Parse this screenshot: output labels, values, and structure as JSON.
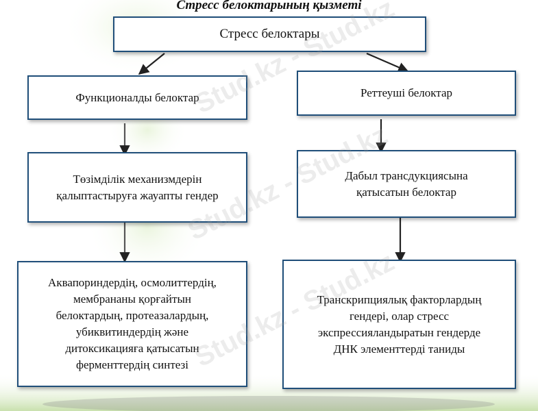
{
  "title": "Стресс белоктарының қызметі",
  "watermark": "Stud.kz - Stud.kz",
  "boxes": {
    "root": "Стресс белоктары",
    "functional": "Функционалды белоктар",
    "regulatory": "Реттеуші белоктар",
    "tolerance": "Төзімділік механизмдерін\nқалыптастыруға жауапты гендер",
    "signal": "Дабыл трансдукциясына\nқатысатын белоктар",
    "synthesis": "Аквапориндердің, осмолиттердің,\nмембрананы қорғайтын\nбелоктардың, протеазалардың,\nубиквитиндердің және\nдитоксикацияға қатысатын\nферменттердің синтезі",
    "transcription": "Транскрипциялық факторлардың\nгендері, олар стресс\nэкспрессияландыратын гендерде\nДНК элементтерді таниды"
  },
  "colors": {
    "border": "#1f4e79",
    "arrow": "#222222",
    "accent_green": "#7dbb3a"
  }
}
